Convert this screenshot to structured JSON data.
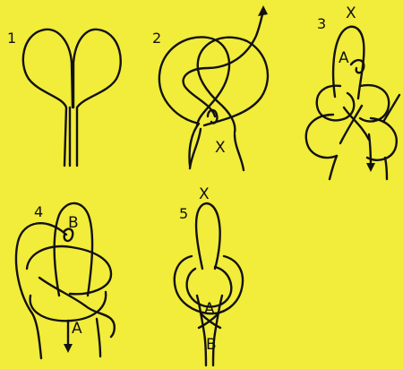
{
  "colors": {
    "background": "#f2ec3a",
    "rope": "#111111"
  },
  "steps": [
    {
      "number": "1",
      "labels": []
    },
    {
      "number": "2",
      "labels": [
        "X"
      ]
    },
    {
      "number": "3",
      "labels": [
        "X",
        "A"
      ]
    },
    {
      "number": "4",
      "labels": [
        "B",
        "A"
      ]
    },
    {
      "number": "5",
      "labels": [
        "X",
        "A",
        "B"
      ]
    }
  ]
}
